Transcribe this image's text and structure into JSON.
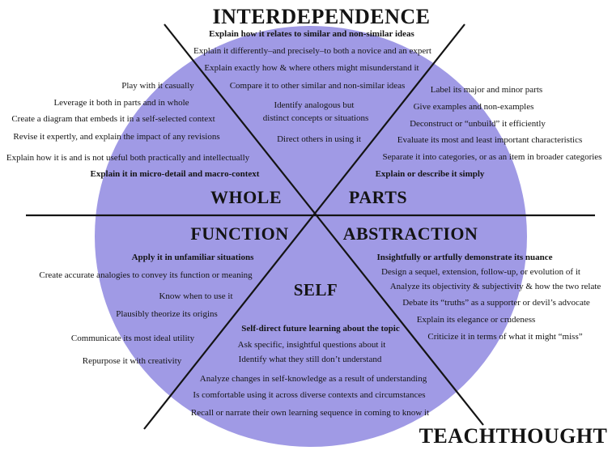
{
  "diagram": {
    "title": "INTERDEPENDENCE",
    "brand": "TEACHTHOUGHT",
    "colors": {
      "circle": "#a09ae5",
      "line": "#141414",
      "text": "#141414"
    },
    "sector_labels": {
      "whole": "WHOLE",
      "parts": "PARTS",
      "function": "FUNCTION",
      "abstraction": "ABSTRACTION",
      "self": "SELF"
    },
    "sectors": {
      "interdependence": {
        "items": [
          {
            "text": "Explain how it relates to similar and non-similar ideas",
            "bold": true
          },
          {
            "text": "Explain it differently–and precisely–to both a novice and an expert",
            "bold": false
          },
          {
            "text": "Explain exactly how & where others might misunderstand it",
            "bold": false
          },
          {
            "text": "Compare it to other similar and non-similar ideas",
            "bold": false
          },
          {
            "text": "Identify analogous but",
            "bold": false
          },
          {
            "text": "distinct concepts or situations",
            "bold": false
          },
          {
            "text": "Direct others in using it",
            "bold": false
          }
        ]
      },
      "whole": {
        "items": [
          {
            "text": "Play with it casually",
            "bold": false
          },
          {
            "text": "Leverage it both in parts and in whole",
            "bold": false
          },
          {
            "text": "Create a diagram that embeds it in a self-selected context",
            "bold": false
          },
          {
            "text": "Revise it expertly, and explain the impact of any revisions",
            "bold": false
          },
          {
            "text": "Explain how it is and is not useful both practically and intellectually",
            "bold": false
          },
          {
            "text": "Explain it in micro-detail and macro-context",
            "bold": true
          }
        ]
      },
      "parts": {
        "items": [
          {
            "text": "Label its major and minor parts",
            "bold": false
          },
          {
            "text": "Give examples and non-examples",
            "bold": false
          },
          {
            "text": "Deconstruct or “unbuild” it efficiently",
            "bold": false
          },
          {
            "text": "Evaluate its most and least important characteristics",
            "bold": false
          },
          {
            "text": "Separate it into categories, or as an item in broader categories",
            "bold": false
          },
          {
            "text": "Explain or describe it simply",
            "bold": true
          }
        ]
      },
      "function": {
        "items": [
          {
            "text": "Apply it in unfamiliar situations",
            "bold": true
          },
          {
            "text": "Create accurate analogies to convey its function or meaning",
            "bold": false
          },
          {
            "text": "Know when to use it",
            "bold": false
          },
          {
            "text": "Plausibly theorize its origins",
            "bold": false
          },
          {
            "text": "Communicate its most ideal utility",
            "bold": false
          },
          {
            "text": "Repurpose it with creativity",
            "bold": false
          }
        ]
      },
      "abstraction": {
        "items": [
          {
            "text": "Insightfully or artfully demonstrate its nuance",
            "bold": true
          },
          {
            "text": "Design a sequel, extension, follow-up, or evolution of it",
            "bold": false
          },
          {
            "text": "Analyze its objectivity & subjectivity & how the two relate",
            "bold": false
          },
          {
            "text": "Debate its “truths” as a supporter or devil’s advocate",
            "bold": false
          },
          {
            "text": "Explain its elegance or crudeness",
            "bold": false
          },
          {
            "text": "Criticize it in terms of what it might “miss”",
            "bold": false
          }
        ]
      },
      "self": {
        "items": [
          {
            "text": "Self-direct future learning about the topic",
            "bold": true
          },
          {
            "text": "Ask specific, insightful questions about it",
            "bold": false
          },
          {
            "text": "Identify what they still don’t understand",
            "bold": false
          },
          {
            "text": "Analyze changes in self-knowledge as a result of understanding",
            "bold": false
          },
          {
            "text": "Is comfortable using it across diverse contexts and circumstances",
            "bold": false
          },
          {
            "text": "Recall or narrate their own learning sequence in coming to know it",
            "bold": false
          }
        ]
      }
    }
  }
}
